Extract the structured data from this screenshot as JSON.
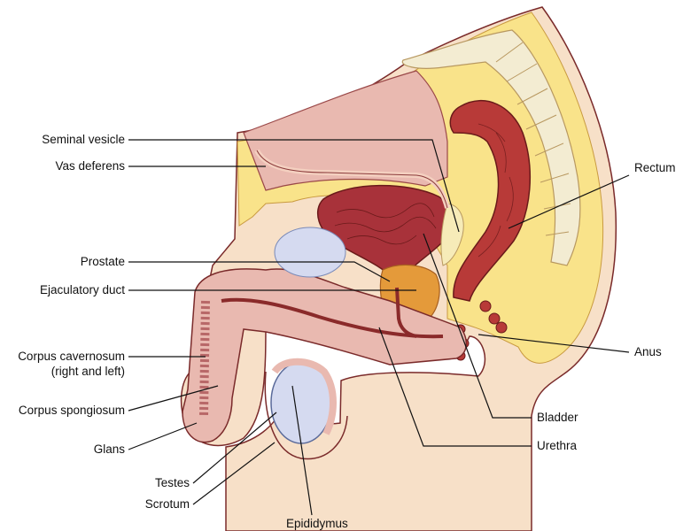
{
  "labels": {
    "seminal_vesicle": "Seminal vesicle",
    "vas_deferens": "Vas deferens",
    "prostate": "Prostate",
    "ejaculatory_duct": "Ejaculatory duct",
    "corpus_cavernosum_1": "Corpus cavernosum",
    "corpus_cavernosum_2": "(right and left)",
    "corpus_spongiosum": "Corpus spongiosum",
    "glans": "Glans",
    "testes": "Testes",
    "scrotum": "Scrotum",
    "epididymus": "Epididymus",
    "rectum": "Rectum",
    "anus": "Anus",
    "bladder": "Bladder",
    "urethra": "Urethra"
  },
  "colors": {
    "skin": "#f7e0c8",
    "fat": "#f9e38a",
    "bone": "#f3ecd2",
    "bladder": "#a8323a",
    "rectum": "#b83a38",
    "prostate": "#e49a3a",
    "testis": "#d5daf0",
    "erectile": "#e9b9b0",
    "outline": "#7a2a2a"
  }
}
